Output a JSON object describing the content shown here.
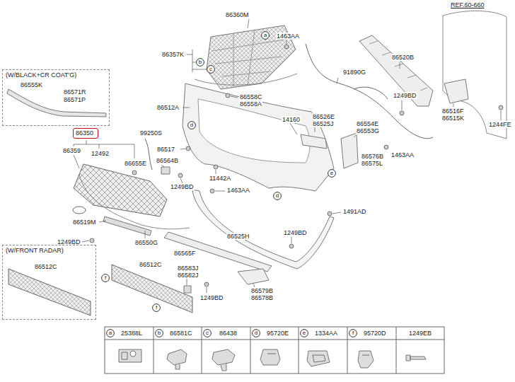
{
  "diagram": {
    "nodes": [
      {
        "text": [
          "a"
        ]
      },
      {
        "text": [
          "b"
        ]
      },
      {
        "text": [
          "c"
        ]
      },
      {
        "text": [
          "(W/BLACK+CR COAT'G)"
        ]
      },
      {
        "text": [
          "d"
        ]
      },
      {
        "text": [
          "86350"
        ]
      },
      {
        "text": [
          "e"
        ]
      },
      {
        "text": [
          "d"
        ]
      },
      {
        "text": [
          "(W/FRONT RADAR)"
        ]
      },
      {
        "text": [
          "f"
        ]
      },
      {
        "text": [
          "f"
        ]
      },
      {
        "text": [
          "a"
        ]
      },
      {
        "text": [
          "b"
        ]
      },
      {
        "text": [
          "c"
        ]
      },
      {
        "text": [
          "d"
        ]
      },
      {
        "text": [
          "e"
        ]
      },
      {
        "text": [
          "f"
        ]
      }
    ],
    "labels": [
      "REF.60-660",
      "86360M",
      "1463AA",
      "86357K",
      "86520B",
      "91890G",
      "86555K",
      "86571R",
      "86571P",
      "86512A",
      "86558C",
      "86558A",
      "1249BD",
      "86516F",
      "86515K",
      "1244FE",
      "14160",
      "86526E",
      "86525J",
      "86554E",
      "86553G",
      "99250S",
      "86359",
      "12492",
      "86517",
      "86655E",
      "86564B",
      "86576B",
      "86575L",
      "1463AA",
      "11442A",
      "1249BD",
      "1463AA",
      "1491AD",
      "86519M",
      "1249BD",
      "86525H",
      "1249BD",
      "86550G",
      "86565F",
      "86512C",
      "86512C",
      "86583J",
      "86582J",
      "1249BD",
      "86579B",
      "86578B",
      "25388L",
      "86581C",
      "86438",
      "95720E",
      "1334AA",
      "95720D",
      "1249EB"
    ]
  }
}
